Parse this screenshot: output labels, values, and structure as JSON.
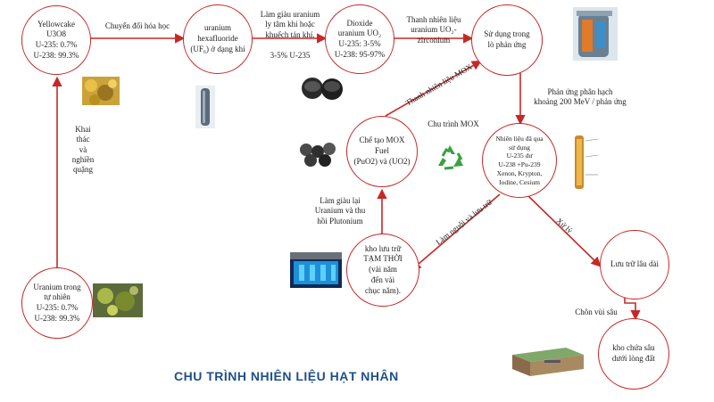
{
  "title": "CHU TRÌNH NHIÊN LIỆU HẠT NHÂN",
  "colors": {
    "circle": "#c62828",
    "arrow": "#c62828",
    "title": "#1f4f8a",
    "recycle": "#3aa040"
  },
  "nodes": {
    "yellowcake": "Yellowcake\nU3O8\nU-235: 0.7%\nU-238: 99.3%",
    "hexafluoride": "uranium\nhexafluoride\n(UF₆) ở dạng khí",
    "dioxide": "Dioxide\nuranium UO₂\nU-235: 3-5%\nU-238: 95-97%",
    "reactor": "Sử dụng trong\nlò phản ứng",
    "mox": "Chế tạo MOX\nFuel\n(PuO2) và  (UO2)",
    "spent": "Nhiên liệu đã qua\nsử dụng\nU-235 dư\nU-238 +Pu-239\nXenon, Krypton,\nIodine, Cesium",
    "natural": "Uranium trong\ntự nhiên\nU-235:  0.7%\nU-238:  99.3%",
    "temp_storage": "kho lưu trữ\nTẠM THỜI\n(vài năm\nđến vài\nchục năm).",
    "long_storage": "Lưu trữ lâu dài",
    "deep": "kho chứa sâu\ndưới lòng đất"
  },
  "labels": {
    "conversion": "Chuyển đổi hóa học",
    "enrichment": "Làm giàu uranium\nly tâm khí hoặc\nkhuếch tán khí.",
    "enrich_pct": "3-5% U-235",
    "fabrication": "Thanh nhiên liệu\nuranium UO₂-\nzirconium",
    "mox_rod": "Thanh nhiên liệu MOX",
    "fission": "Phản ứng phân hạch\nkhoảng 200 MeV / phản ứng",
    "mining": "Khai\nthác\nvà\nnghiền\nquặng",
    "mox_cycle": "Chu trình MOX",
    "reprocess": "Làm giàu lại\nUranium và thu\nhồi Plutonium",
    "cool": "Làm nguội và lưu trữ",
    "to_long": "Xử lý",
    "bury": "Chôn vùi sâu"
  },
  "icons": [
    "yellowcake-photo",
    "uf6-cylinder-photo",
    "uo2-pellets-photo",
    "reactor-photo",
    "fuel-rods-photo",
    "recycle-icon",
    "fuel-pin-photo",
    "ore-photo",
    "cooling-pool-photo",
    "repository-photo"
  ]
}
